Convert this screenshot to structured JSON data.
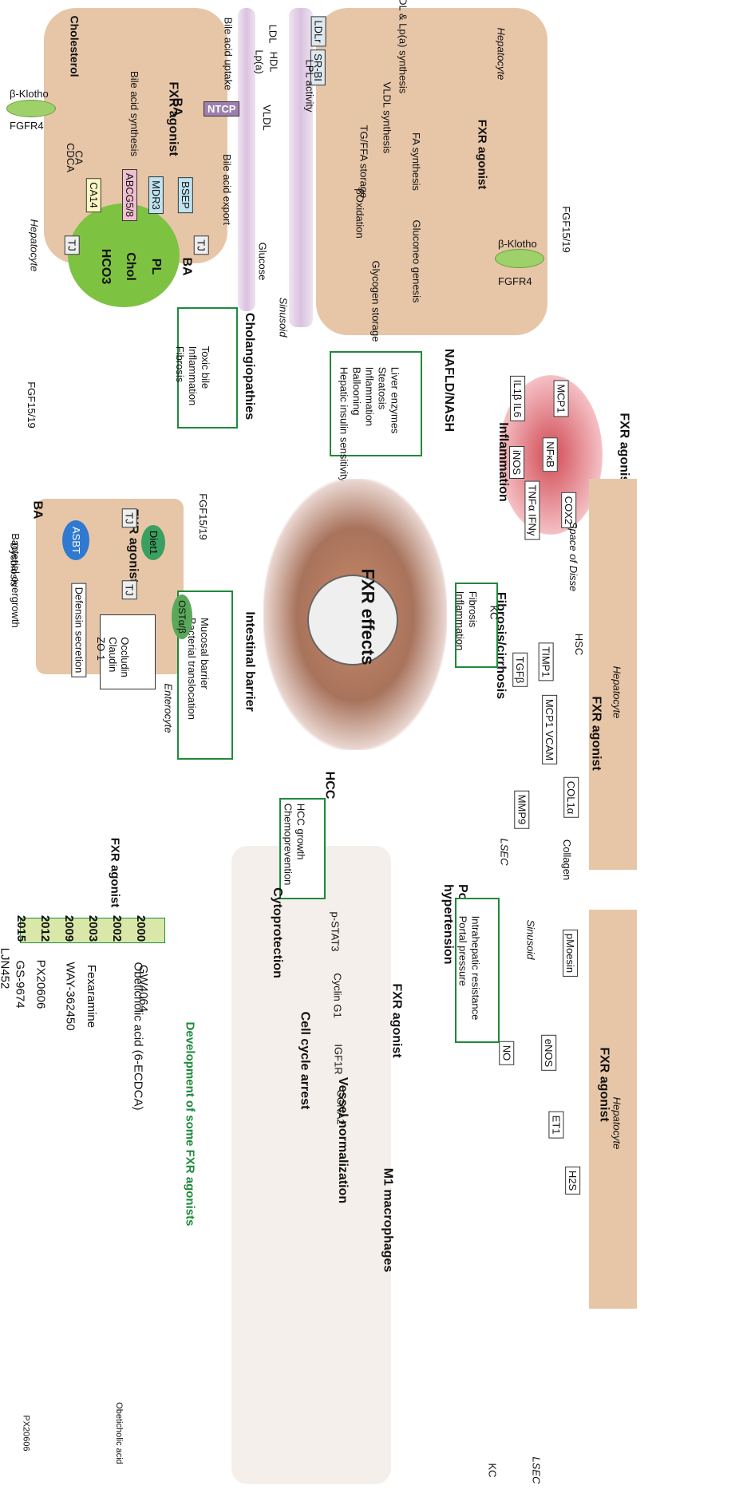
{
  "hepatocyte_right": {
    "title": "Hepatocyte",
    "agonist": "FXR agonist",
    "items": [
      "HDL & Lp(a) synthesis",
      "VLDL synthesis",
      "FA synthesis",
      "TG/FFA storage",
      "βOxidation",
      "Gluconeo genesis",
      "Glycogen storage"
    ],
    "receptors": [
      "LDLr",
      "SR-BI"
    ],
    "plasma": [
      "LDL",
      "HDL",
      "Lp(a)",
      "VLDL",
      "LPL activity",
      "Glucose"
    ],
    "sinusoid": "Sinusoid",
    "klotho": "β-Klotho",
    "fgfr4": "FGFR4",
    "fgf": "FGF15/19"
  },
  "hepatocyte_left": {
    "title": "Hepatocyte",
    "cholesterol": "Cholesterol",
    "klotho": "β-Klotho",
    "fgfr4": "FGFR4",
    "ca": "CA",
    "cdca": "CDCA",
    "bile_acid_uptake": "Bile acid uptake",
    "bile_acid_synthesis": "Bile acid synthesis",
    "bile_acid_export": "Bile acid export",
    "fxr_agonist": "FXR agonist",
    "ba": "BA",
    "ntcp": "NTCP",
    "transporters": [
      "CA14",
      "ABCG5/8",
      "MDR3",
      "BSEP"
    ],
    "products": [
      "HCO3",
      "Chol",
      "PL",
      "BA"
    ],
    "tj": "TJ"
  },
  "cholangiopathies": {
    "title": "Cholangiopathies",
    "items": [
      "Toxic bile",
      "Inflammation",
      "Fibrosis"
    ]
  },
  "nafld": {
    "title": "NAFLD/NASH",
    "items": [
      "Liver enzymes",
      "Steatosis",
      "Inflammation",
      "Ballooning",
      "Hepatic insulin sensitivity"
    ]
  },
  "inflammation": {
    "title": "Inflammation",
    "agonist": "FXR agonist",
    "nfkb": "NFκB",
    "cytokines": [
      "MCP1",
      "IL1β IL6",
      "iNOS",
      "TNFα IFNγ",
      "COX2"
    ]
  },
  "intestine": {
    "title": "Intestinal barrier",
    "items": [
      "Mucosal barrier",
      "Bacterial translocation"
    ],
    "enterocyte": "Enterocyte",
    "asbt": "ASBT",
    "diet1": "Diet1",
    "ostab": "OSTα/β",
    "fxr_agonist": "FXR agonist",
    "ba": "BA",
    "fgf": "FGF15/19",
    "fgf_left": "FGF15/19",
    "dysbiosis": "Dysbiosis",
    "overgrowth": "Bacterial overgrowth",
    "defensin": "Defensin secretion",
    "junctions": [
      "Occludin",
      "Claudin",
      "ZO-1"
    ],
    "tj": "TJ"
  },
  "center": {
    "title": "FXR effects"
  },
  "fibrosis": {
    "title": "Fibrosis/cirrhosis",
    "items": [
      "Fibrosis",
      "Inflammation"
    ],
    "hepatocyte": "Hepatocyte",
    "space": "Space of Disse",
    "hsc": "HSC",
    "kc": "KC",
    "lsec": "LSEC",
    "collagen": "Collagen",
    "agonist": "FXR agonist",
    "boxes": [
      "TIMP1",
      "TGFβ",
      "MCP1 VCAM",
      "COL1α",
      "MMP9"
    ]
  },
  "portal": {
    "title": "Portal hypertension",
    "items": [
      "Intrahepatic resistance",
      "Portal pressure"
    ],
    "hepatocyte": "Hepatocyte",
    "sinusoid": "Sinusoid",
    "lsec": "LSEC",
    "kc": "KC",
    "agonist": "FXR agonist",
    "boxes": [
      "pMoesin",
      "eNOS",
      "NO",
      "ET1",
      "H2S"
    ]
  },
  "hcc": {
    "title": "HCC",
    "items": [
      "HCC growth",
      "Chemoprevention"
    ],
    "agonist": "FXR agonist",
    "markers": [
      "p-STAT3",
      "Cyclin G1",
      "IGF1R",
      "CCNA2"
    ],
    "outcomes": [
      "Cytoprotection",
      "Cell cycle arrest",
      "Vessel normalization",
      "M1 macrophages"
    ]
  },
  "development": {
    "title": "Development of some FXR agonists",
    "side_label": "FXR agonist",
    "years": [
      "2000",
      "2002",
      "2003",
      "2009",
      "2012",
      "2015"
    ],
    "compounds": [
      "GW4064",
      "Obeticholic acid (6-ECDCA)",
      "Fexaramine",
      "WAY-362450",
      "PX20606",
      "GS-9674",
      "LJN452"
    ],
    "structures": [
      "Obeticholic acid",
      "PX20606"
    ]
  },
  "colors": {
    "green": "#1e8a3a",
    "red": "#d42a2a",
    "hepatocyte": "#e7c6a8",
    "timeline": "#d9e8a8"
  }
}
